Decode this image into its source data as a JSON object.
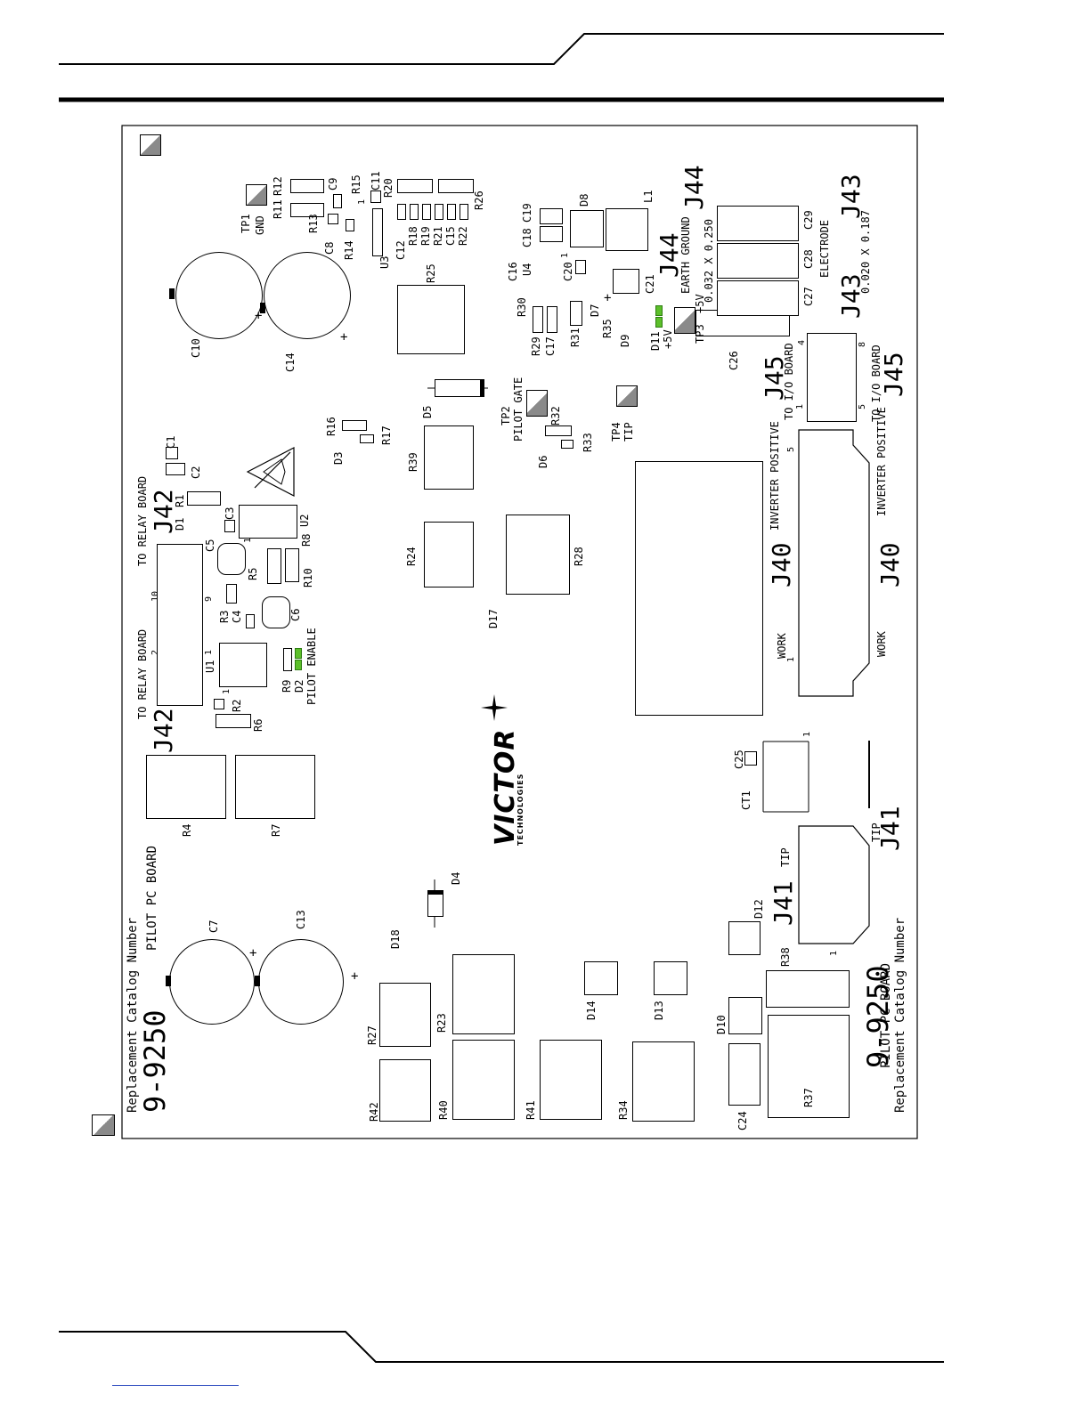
{
  "board": {
    "catalog_label": "Replacement Catalog Number",
    "part_number": "9-9250",
    "board_name": "PILOT PC BOARD",
    "logo_brand": "VICTOR",
    "logo_sub": "TECHNOLOGIES"
  },
  "connectors": {
    "j42": "J42",
    "j42_to_relay_top": "TO RELAY BOARD",
    "j42_to_relay_bottom": "TO RELAY BOARD",
    "j40": "J40",
    "inverter_positive": "INVERTER POSITIVE",
    "work": "WORK",
    "j41": "J41",
    "tip": "TIP",
    "j45": "J45",
    "to_io_board": "TO I/O BOARD",
    "j44": "J44",
    "earth_ground": "EARTH GROUND",
    "j43": "J43",
    "electrode": "ELECTRODE",
    "dim_a": "0.020 X 0.187",
    "dim_b": "0.032 X 0.250"
  },
  "test_points": {
    "tp1": "TP1",
    "tp1_sub": "GND",
    "tp2": "TP2",
    "tp2_sub": "PILOT GATE",
    "tp3": "TP3",
    "tp3_sub": "+5V",
    "tp4": "TP4",
    "tp4_sub": "TIP"
  },
  "leds": {
    "d11": "D11",
    "d11_sub": "+5V",
    "d2": "D2",
    "d2_sub": "PILOT ENABLE"
  },
  "pin_numbers": {
    "p1": "1",
    "p2": "2",
    "p4": "4",
    "p5": "5",
    "p8": "8",
    "p9": "9",
    "p10": "10"
  },
  "polarity": {
    "plus": "+"
  },
  "components": {
    "c1": "C1",
    "c2": "C2",
    "c3": "C3",
    "c4": "C4",
    "c5": "C5",
    "c6": "C6",
    "c7": "C7",
    "c8": "C8",
    "c9": "C9",
    "c10": "C10",
    "c11": "C11",
    "c12": "C12",
    "c13": "C13",
    "c14": "C14",
    "c15": "C15",
    "c16": "C16",
    "c17": "C17",
    "c18": "C18",
    "c19": "C19",
    "c20": "C20",
    "c21": "C21",
    "c24": "C24",
    "c25": "C25",
    "c26": "C26",
    "c27": "C27",
    "c28": "C28",
    "c29": "C29",
    "ct1": "CT1",
    "d1": "D1",
    "d3": "D3",
    "d4": "D4",
    "d5": "D5",
    "d6": "D6",
    "d7": "D7",
    "d8": "D8",
    "d9": "D9",
    "d10": "D10",
    "d12": "D12",
    "d13": "D13",
    "d14": "D14",
    "d17": "D17",
    "d18": "D18",
    "l1": "L1",
    "r1": "R1",
    "r2": "R2",
    "r3": "R3",
    "r4": "R4",
    "r5": "R5",
    "r6": "R6",
    "r7": "R7",
    "r8": "R8",
    "r9": "R9",
    "r10": "R10",
    "r11": "R11",
    "r12": "R12",
    "r13": "R13",
    "r14": "R14",
    "r15": "R15",
    "r16": "R16",
    "r17": "R17",
    "r18": "R18",
    "r19": "R19",
    "r20": "R20",
    "r21": "R21",
    "r22": "R22",
    "r23": "R23",
    "r24": "R24",
    "r25": "R25",
    "r26": "R26",
    "r27": "R27",
    "r28": "R28",
    "r29": "R29",
    "r30": "R30",
    "r31": "R31",
    "r32": "R32",
    "r33": "R33",
    "r34": "R34",
    "r35": "R35",
    "r37": "R37",
    "r38": "R38",
    "r39": "R39",
    "r40": "R40",
    "r41": "R41",
    "r42": "R42",
    "u1": "U1",
    "u2": "U2",
    "u3": "U3",
    "u4": "U4"
  }
}
